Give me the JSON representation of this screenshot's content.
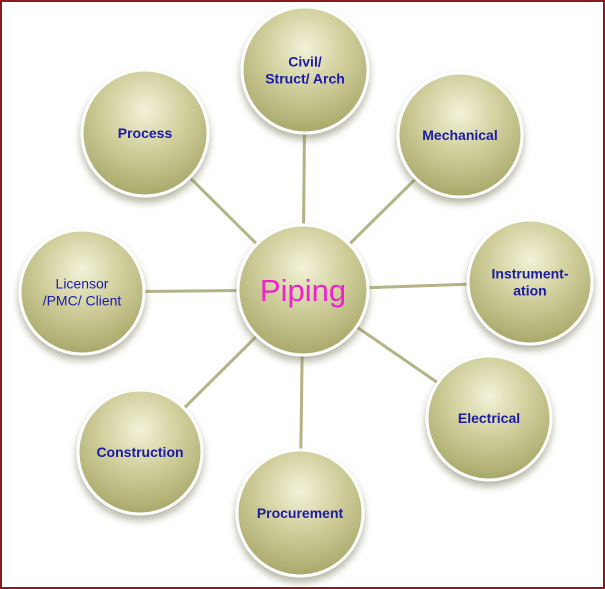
{
  "diagram": {
    "hub": {
      "label": "Piping",
      "color": "#ee22cc"
    },
    "node_color": "#c3c28a",
    "label_color": "#1a1aa6",
    "frame_color": "#8b1a1a",
    "nodes": [
      {
        "id": "civil",
        "lines": [
          "Civil/",
          "Struct/ Arch"
        ]
      },
      {
        "id": "mechanical",
        "lines": [
          "Mechanical"
        ]
      },
      {
        "id": "instrumentation",
        "lines": [
          "Instrument-",
          "ation"
        ]
      },
      {
        "id": "electrical",
        "lines": [
          "Electrical"
        ]
      },
      {
        "id": "procurement",
        "lines": [
          "Procurement"
        ]
      },
      {
        "id": "construction",
        "lines": [
          "Construction"
        ]
      },
      {
        "id": "licensor",
        "lines": [
          "Licensor",
          "/PMC/ Client"
        ]
      },
      {
        "id": "process",
        "lines": [
          "Process"
        ]
      }
    ]
  }
}
